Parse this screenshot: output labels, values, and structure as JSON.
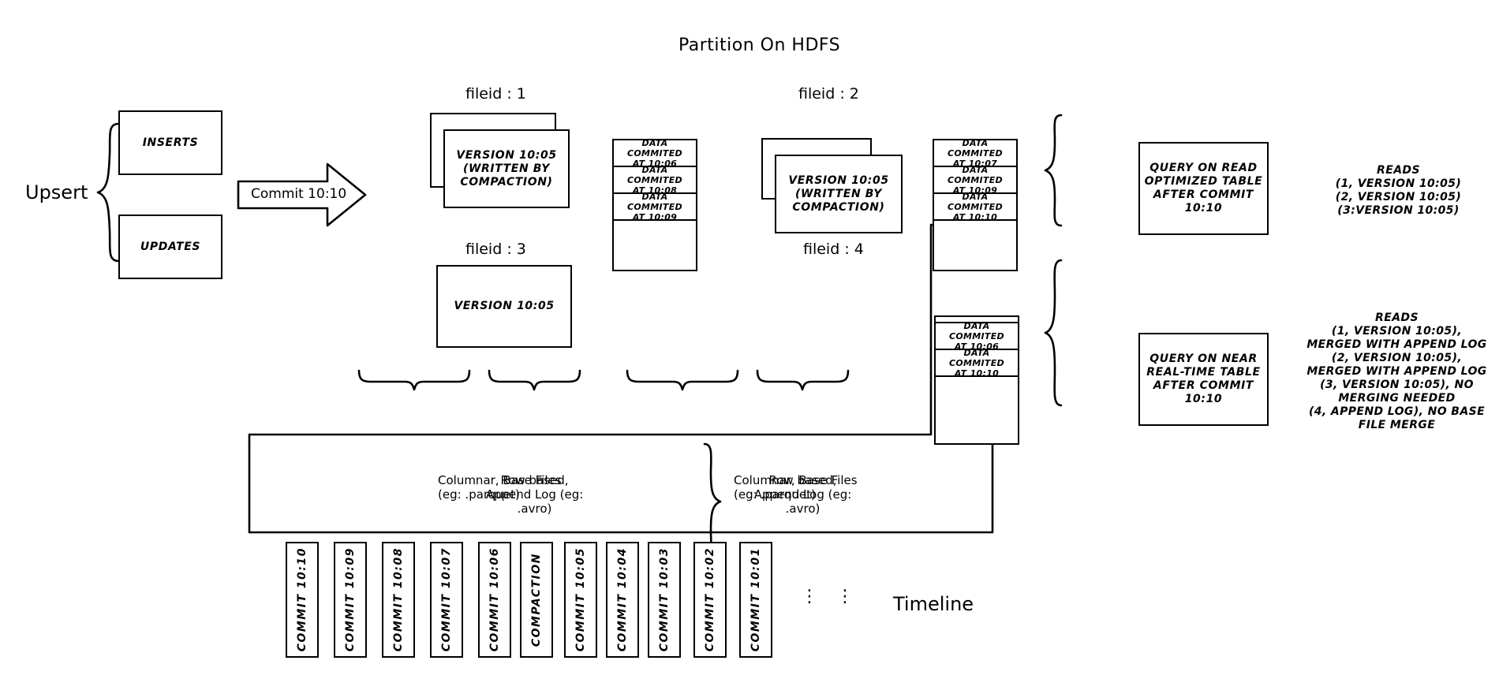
{
  "title": "Partition On HDFS",
  "left": {
    "upsert_label": "Upsert",
    "inserts_label": "INSERTS",
    "updates_label": "UPDATES",
    "commit_arrow_label": "Commit 10:10"
  },
  "partitions": [
    {
      "fileid_label": "fileid : 1",
      "base_file_text": "VERSION 10:05\n(WRITTEN BY\nCOMPACTION)",
      "base_file_stacked": true,
      "log_entries": [
        "DATA COMMITED\nAT 10:06",
        "DATA COMMITED\nAT 10:08",
        "DATA COMMITED\nAT 10:09"
      ]
    },
    {
      "fileid_label": "fileid : 2",
      "base_file_text": "VERSION 10:05\n(WRITTEN BY\nCOMPACTION)",
      "base_file_stacked": true,
      "log_entries": [
        "DATA COMMITED\nAT 10:07",
        "DATA COMMITED\nAT 10:09",
        "DATA COMMITED\nAT 10:10"
      ]
    },
    {
      "fileid_label": "fileid : 3",
      "base_file_text": "VERSION 10:05",
      "base_file_stacked": false,
      "log_entries": []
    },
    {
      "fileid_label": "fileid : 4",
      "base_file_text": "",
      "base_file_stacked": false,
      "log_entries": [
        "DATA COMMITED\nAT 10:06",
        "DATA COMMITED\nAT 10:10"
      ]
    }
  ],
  "brace_labels": {
    "columnar_1": "Columnar, Base Files\n(eg: .parquet)",
    "rowlog_1": "Row based,\nAppend Log  (eg:\n.avro)",
    "columnar_2": "Columnar, Base Files\n(eg: .parquet)",
    "rowlog_2": "Row based,\nAppend Log  (eg:\n.avro)"
  },
  "queries": [
    {
      "box_text": "QUERY ON READ\nOPTIMIZED TABLE\nAFTER COMMIT\n10:10",
      "reads_text": "READS\n(1, VERSION 10:05)\n(2, VERSION 10:05)\n(3:VERSION 10:05)"
    },
    {
      "box_text": "QUERY ON NEAR\nREAL-TIME TABLE\nAFTER COMMIT\n10:10",
      "reads_text": "READS\n(1, VERSION 10:05),\nMERGED WITH APPEND LOG\n(2, VERSION 10:05),\nMERGED WITH APPEND LOG\n(3, VERSION 10:05), NO\nMERGING NEEDED\n(4, APPEND LOG), NO BASE\nFILE MERGE"
    }
  ],
  "timeline": {
    "label": "Timeline",
    "ellipsis": "⋮",
    "items": [
      "COMMIT  10:10",
      "COMMIT  10:09",
      "COMMIT  10:08",
      "COMMIT  10:07",
      "COMMIT  10:06",
      "COMPACTION",
      "COMMIT  10:05",
      "COMMIT  10:04",
      "COMMIT  10:03",
      "COMMIT  10:02",
      "COMMIT  10:01"
    ]
  },
  "colors": {
    "stroke": "#000000",
    "background": "#ffffff"
  }
}
